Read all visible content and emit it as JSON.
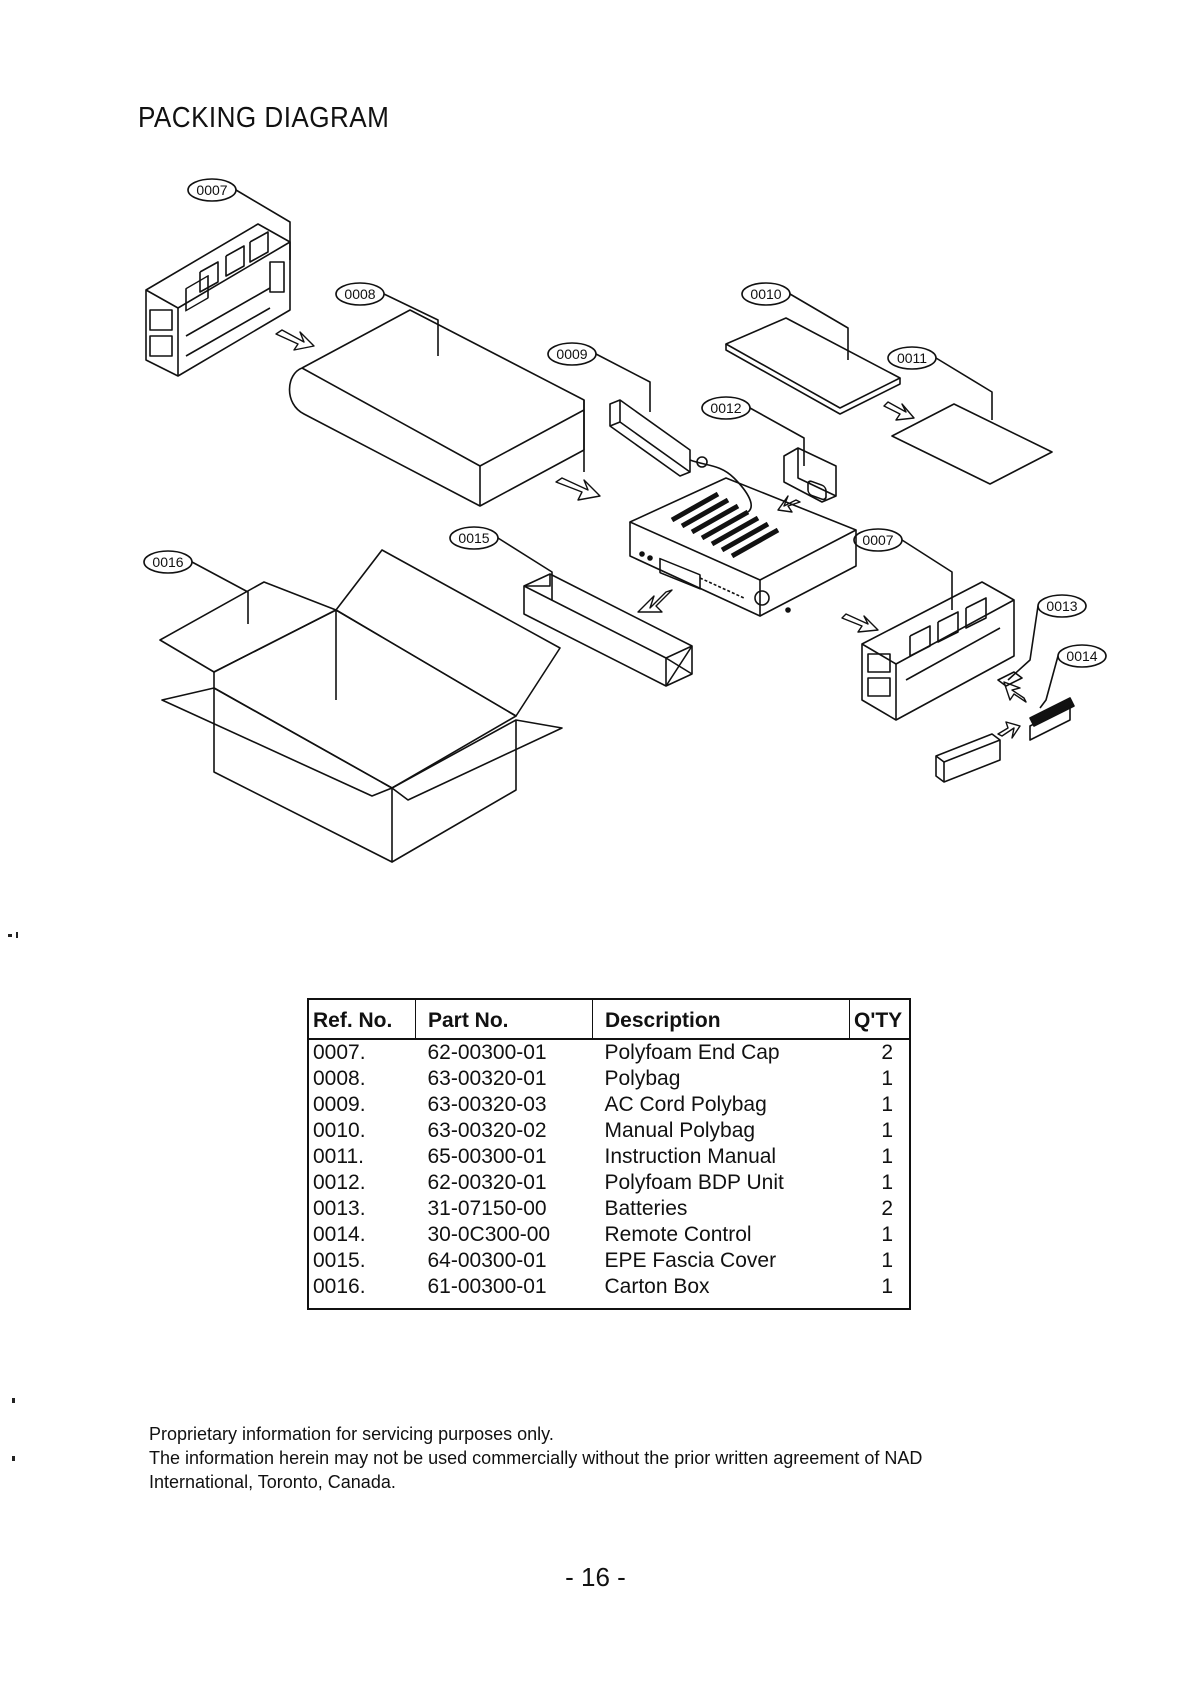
{
  "page": {
    "title": "PACKING DIAGRAM",
    "page_number": "- 16 -"
  },
  "diagram": {
    "callouts": [
      "0007",
      "0008",
      "0009",
      "0010",
      "0011",
      "0012",
      "0015",
      "0016",
      "0007",
      "0013",
      "0014"
    ]
  },
  "table": {
    "headers": [
      "Ref. No.",
      "Part No.",
      "Description",
      "Q'TY"
    ],
    "rows": [
      {
        "ref": "0007.",
        "part": "62-00300-01",
        "desc": "Polyfoam End Cap",
        "qty": "2"
      },
      {
        "ref": "0008.",
        "part": "63-00320-01",
        "desc": "Polybag",
        "qty": "1"
      },
      {
        "ref": "0009.",
        "part": "63-00320-03",
        "desc": "AC Cord Polybag",
        "qty": "1"
      },
      {
        "ref": "0010.",
        "part": "63-00320-02",
        "desc": "Manual Polybag",
        "qty": "1"
      },
      {
        "ref": "0011.",
        "part": "65-00300-01",
        "desc": "Instruction Manual",
        "qty": "1"
      },
      {
        "ref": "0012.",
        "part": "62-00320-01",
        "desc": "Polyfoam BDP Unit",
        "qty": "1"
      },
      {
        "ref": "0013.",
        "part": "31-07150-00",
        "desc": "Batteries",
        "qty": "2"
      },
      {
        "ref": "0014.",
        "part": "30-0C300-00",
        "desc": "Remote Control",
        "qty": "1"
      },
      {
        "ref": "0015.",
        "part": "64-00300-01",
        "desc": "EPE Fascia Cover",
        "qty": "1"
      },
      {
        "ref": "0016.",
        "part": "61-00300-01",
        "desc": "Carton Box",
        "qty": "1"
      }
    ]
  },
  "footer": {
    "line1": "Proprietary information for servicing purposes only.",
    "line2": "The information herein may not be used commercially without the prior written agreement of NAD",
    "line3": "International, Toronto, Canada."
  }
}
